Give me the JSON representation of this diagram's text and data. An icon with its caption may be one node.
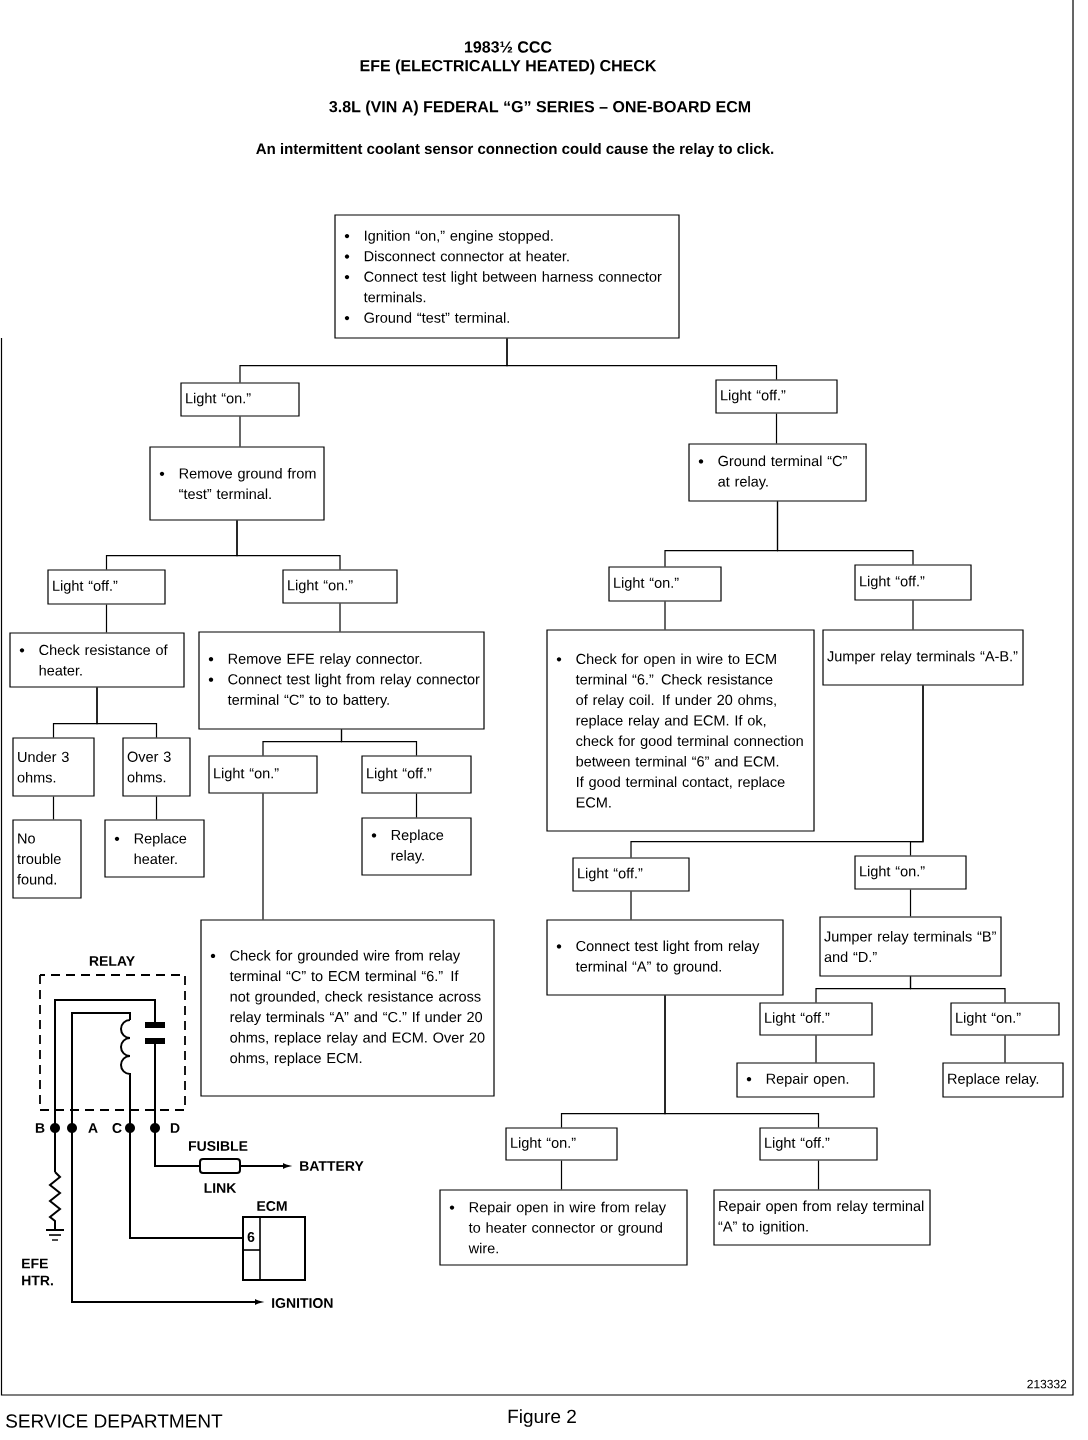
{
  "diagram": {
    "title": "1983½ CCC",
    "caption": "Figure 2",
    "nodes": [
      {
        "text": [
          "Ignition “on,” engine stopped.",
          "Disconnect connector at heater.",
          "Connect test light between harness connector terminals.",
          "Ground “test” terminal."
        ]
      },
      {
        "text": [
          "Light “on.”"
        ]
      },
      {
        "text": [
          "Light “off.”"
        ]
      },
      {
        "text": [
          "Remove ground from “test” terminal."
        ]
      },
      {
        "text": [
          "Ground terminal “C” at relay."
        ]
      },
      {
        "text": [
          "Light “off.”"
        ]
      },
      {
        "text": [
          "Light “on.”"
        ]
      },
      {
        "text": [
          "Light “on.”"
        ]
      },
      {
        "text": [
          "Light “off.”"
        ]
      },
      {
        "text": [
          "Check resistance of heater."
        ]
      },
      {
        "text": [
          "Remove EFE relay connector.",
          "Connect test light from relay connector terminal “C” to to battery."
        ]
      },
      {
        "text": [
          "Check for open in wire to ECM terminal “6.” Check resistance of relay coil. If under 20 ohms, replace relay and ECM. If ok, check for good terminal connection between terminal “6” and ECM. If good terminal contact, replace ECM."
        ]
      },
      {
        "text": [
          "Jumper relay terminals “A-B.”"
        ]
      },
      {
        "text": [
          "Under 3 ohms."
        ]
      },
      {
        "text": [
          "Over 3 ohms."
        ]
      },
      {
        "text": [
          "Light “on.”"
        ]
      },
      {
        "text": [
          "Light “off.”"
        ]
      },
      {
        "text": [
          "No trouble found."
        ]
      },
      {
        "text": [
          "Replace heater."
        ]
      },
      {
        "text": [
          "Replace relay."
        ]
      },
      {
        "text": [
          "Light “off.”"
        ]
      },
      {
        "text": [
          "Light “on.”"
        ]
      },
      {
        "text": [
          "Check for grounded wire from relay terminal “C” to ECM terminal “6.” If not grounded, check resistance across relay terminals “A” and “C.” If under 20 ohms, replace relay and ECM. Over 20 ohms, replace ECM."
        ]
      },
      {
        "text": [
          "Connect test light from relay terminal “A” to ground."
        ]
      },
      {
        "text": [
          "Jumper relay terminals “B” and “D.”"
        ]
      },
      {
        "text": [
          "Light “off.”"
        ]
      },
      {
        "text": [
          "Light “on.”"
        ]
      },
      {
        "text": [
          "Repair open."
        ]
      },
      {
        "text": [
          "Replace relay."
        ]
      },
      {
        "text": [
          "Light “on.”"
        ]
      },
      {
        "text": [
          "Light “off.”"
        ]
      },
      {
        "text": [
          "Repair open in wire from relay to heater connector or ground wire."
        ]
      },
      {
        "text": [
          "Repair open from relay terminal “A” to ignition."
        ]
      }
    ],
    "edges": [
      {
        "from": 0,
        "to": 1,
        "arrow": "none"
      },
      {
        "from": 0,
        "to": 2,
        "arrow": "none"
      },
      {
        "from": 1,
        "to": 3,
        "arrow": "none"
      },
      {
        "from": 2,
        "to": 4,
        "arrow": "none"
      },
      {
        "from": 3,
        "to": 5,
        "arrow": "none"
      },
      {
        "from": 3,
        "to": 6,
        "arrow": "none"
      },
      {
        "from": 4,
        "to": 7,
        "arrow": "none"
      },
      {
        "from": 4,
        "to": 8,
        "arrow": "none"
      },
      {
        "from": 5,
        "to": 9,
        "arrow": "none"
      },
      {
        "from": 6,
        "to": 10,
        "arrow": "none"
      },
      {
        "from": 7,
        "to": 11,
        "arrow": "none"
      },
      {
        "from": 8,
        "to": 12,
        "arrow": "none"
      },
      {
        "from": 9,
        "to": 13,
        "arrow": "none"
      },
      {
        "from": 9,
        "to": 14,
        "arrow": "none"
      },
      {
        "from": 10,
        "to": 15,
        "arrow": "none"
      },
      {
        "from": 10,
        "to": 16,
        "arrow": "none"
      },
      {
        "from": 13,
        "to": 17,
        "arrow": "none"
      },
      {
        "from": 14,
        "to": 18,
        "arrow": "none"
      },
      {
        "from": 16,
        "to": 19,
        "arrow": "none"
      },
      {
        "from": 15,
        "to": 22,
        "arrow": "none"
      },
      {
        "from": 12,
        "to": 20,
        "arrow": "none"
      },
      {
        "from": 12,
        "to": 21,
        "arrow": "none"
      },
      {
        "from": 20,
        "to": 23,
        "arrow": "none"
      },
      {
        "from": 21,
        "to": 24,
        "arrow": "none"
      },
      {
        "from": 24,
        "to": 25,
        "arrow": "none"
      },
      {
        "from": 24,
        "to": 26,
        "arrow": "none"
      },
      {
        "from": 25,
        "to": 27,
        "arrow": "none"
      },
      {
        "from": 26,
        "to": 28,
        "arrow": "none"
      },
      {
        "from": 23,
        "to": 29,
        "arrow": "none"
      },
      {
        "from": 23,
        "to": 30,
        "arrow": "none"
      },
      {
        "from": 29,
        "to": 31,
        "arrow": "none"
      },
      {
        "from": 30,
        "to": 32,
        "arrow": "none"
      }
    ],
    "labels": [
      "EFE (ELECTRICALLY HEATED) CHECK",
      "3.8L (VIN A) FEDERAL “G” SERIES – ONE-BOARD ECM",
      "An intermittent coolant sensor connection could cause the relay to click.",
      "RELAY",
      "B",
      "A",
      "C",
      "D",
      "FUSIBLE",
      "LINK",
      "BATTERY",
      "ECM",
      "6",
      "EFE HTR.",
      "IGNITION",
      "213332",
      "SERVICE DEPARTMENT"
    ]
  }
}
